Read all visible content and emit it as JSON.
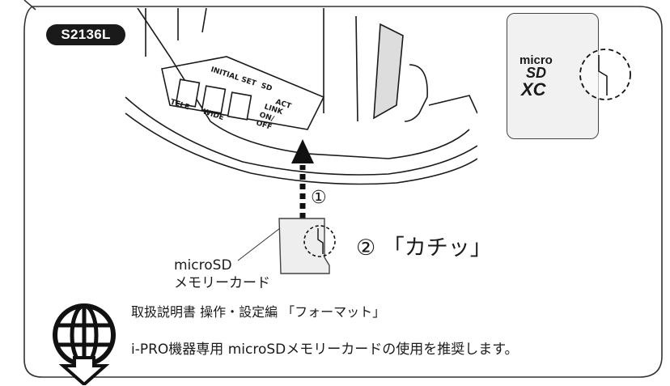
{
  "model_badge": "S2136L",
  "step1": "①",
  "step2": "② 「カチッ」",
  "microsd_label": [
    "microSD",
    "メモリーカード"
  ],
  "reference_manual": "取扱説明書 操作・設定編 「フォーマット」",
  "recommendation": "i-PRO機器専用 microSDメモリーカードの使用を推奨します。",
  "card_logo": [
    "micro",
    "SD",
    "XC"
  ],
  "camera_panel_labels": [
    "INITIAL SET",
    "SD",
    "ACT",
    "LINK",
    "ON/",
    "OFF",
    "TELE",
    "WIDE"
  ]
}
